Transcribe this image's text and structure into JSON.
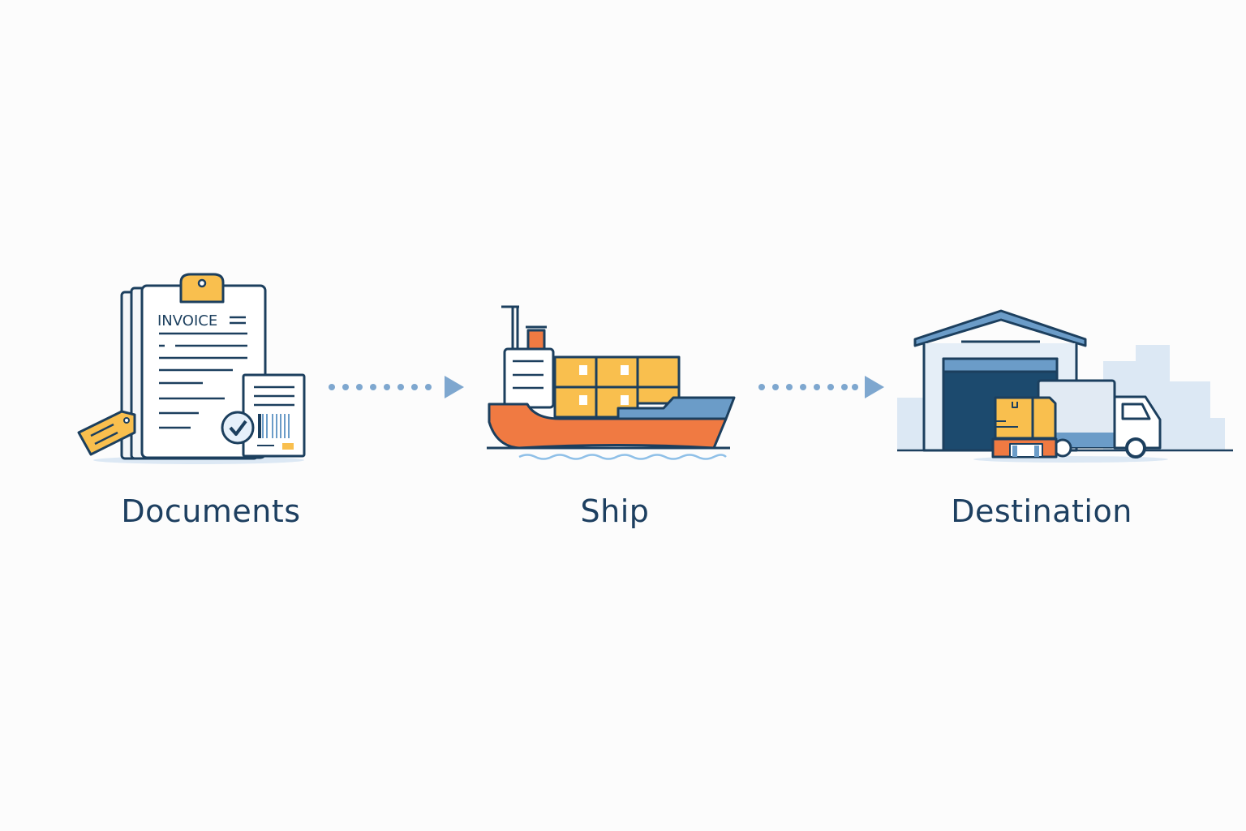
{
  "steps": [
    {
      "label": "Documents",
      "icon": "invoice-documents-icon",
      "doc_title": "INVOICE"
    },
    {
      "label": "Ship",
      "icon": "cargo-ship-icon"
    },
    {
      "label": "Destination",
      "icon": "warehouse-truck-icon"
    }
  ],
  "colors": {
    "navy": "#1c3f5e",
    "orange": "#f07a42",
    "yellow": "#f9bf4e",
    "blue": "#6b9cc8",
    "light": "#dce8f4",
    "text": "#1d3f60"
  }
}
